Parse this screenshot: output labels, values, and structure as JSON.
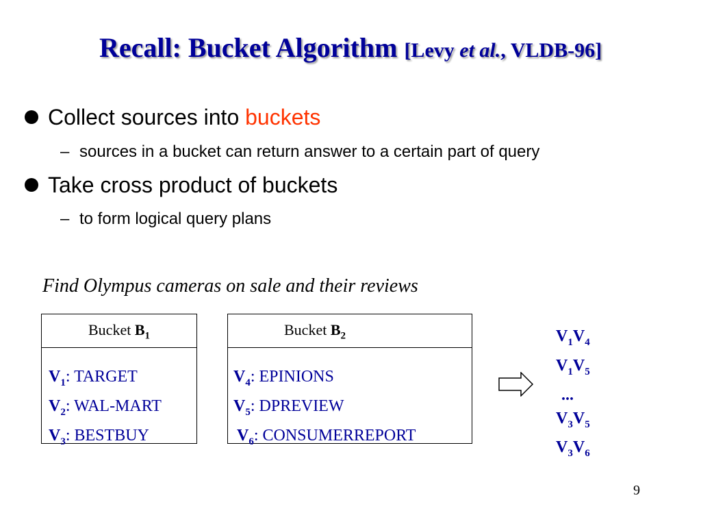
{
  "title": {
    "main": "Recall: Bucket Algorithm",
    "cite_open": "[Levy",
    "cite_italic": "et al.",
    "cite_rest": ", VLDB-96]"
  },
  "bullets": [
    {
      "text": "Collect sources into",
      "accent": "buckets",
      "sub": "sources in a bucket can return answer to a certain part of query"
    },
    {
      "text": "Take cross product of buckets",
      "accent": "",
      "sub": "to form logical query plans"
    }
  ],
  "caption": "Find Olympus cameras on sale and their reviews",
  "buckets": [
    {
      "label": "Bucket",
      "name": "B",
      "name_sub": "1",
      "sources": [
        {
          "v": "V",
          "n": "1",
          "name": ": TARGET"
        },
        {
          "v": "V",
          "n": "2",
          "name": ": WAL-MART"
        },
        {
          "v": "V",
          "n": "3",
          "name": ": BESTBUY"
        }
      ]
    },
    {
      "label": "Bucket",
      "name": "B",
      "name_sub": "2",
      "sources": [
        {
          "v": "V",
          "n": "4",
          "name": ":  EPINIONS"
        },
        {
          "v": "V",
          "n": "5",
          "name": ":  DPREVIEW"
        },
        {
          "v": "V",
          "n": "6",
          "name": ":  CONSUMERREPORT"
        }
      ]
    }
  ],
  "results": [
    {
      "a": "V",
      "an": "1",
      "b": "V",
      "bn": "4"
    },
    {
      "a": "V",
      "an": "1",
      "b": "V",
      "bn": "5"
    },
    {
      "ellipsis": "..."
    },
    {
      "a": "V",
      "an": "3",
      "b": "V",
      "bn": "5"
    },
    {
      "a": "V",
      "an": "3",
      "b": "V",
      "bn": "6"
    }
  ],
  "page_number": "9",
  "colors": {
    "title": "#000099",
    "accent": "#ff3300",
    "text": "#000000"
  },
  "icons": {
    "arrow": "right-arrow-outline-icon"
  }
}
